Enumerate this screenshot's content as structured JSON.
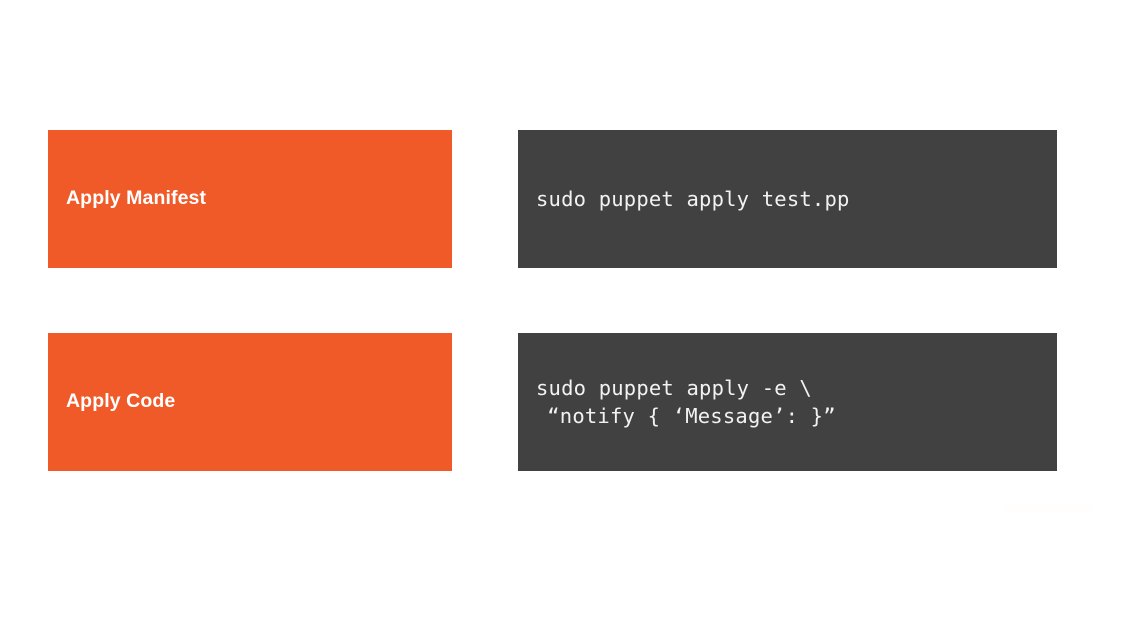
{
  "slide": {
    "background_color": "#ffffff",
    "accent_color": "#f05a28",
    "code_background_color": "#414141",
    "code_text_color": "#f2f2f2",
    "label_text_color": "#ffffff"
  },
  "rows": [
    {
      "label": "Apply Manifest",
      "code_line_1": "sudo puppet apply test.pp",
      "code_line_2": ""
    },
    {
      "label": "Apply Code",
      "code_line_1": "sudo puppet apply -e \\",
      "code_line_2": "“notify { ‘Message’: }”"
    }
  ]
}
